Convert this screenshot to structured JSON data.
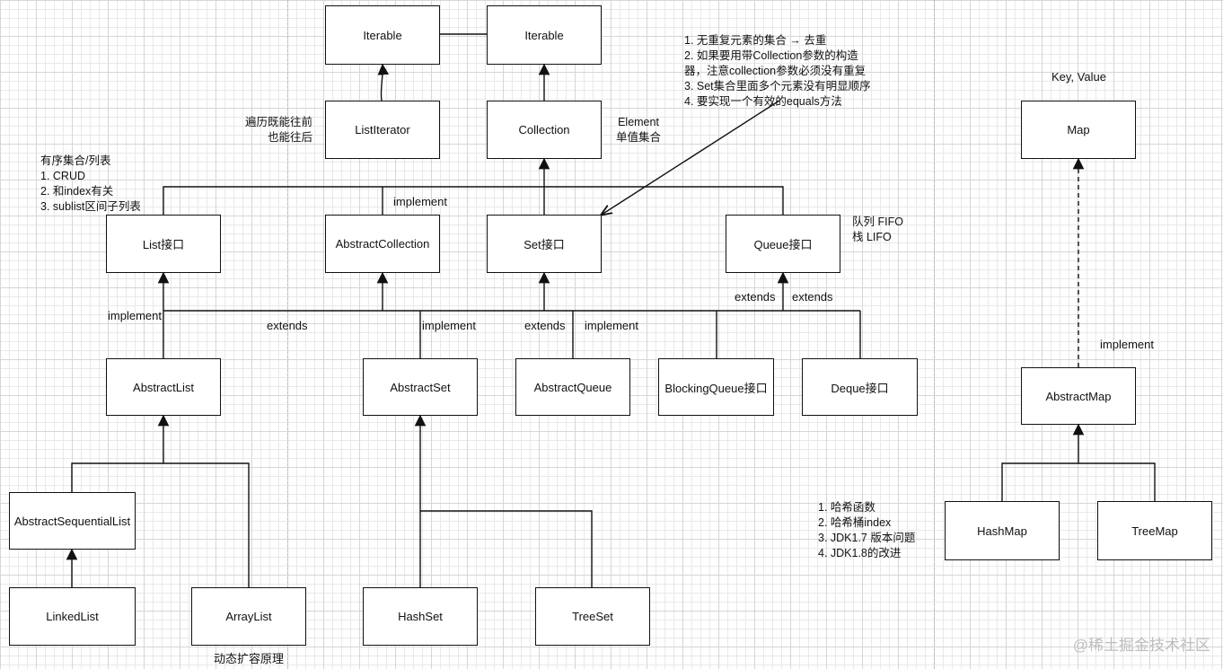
{
  "nodes": {
    "iterable_left": "Iterable",
    "iterable_right": "Iterable",
    "list_iterator": "ListIterator",
    "collection": "Collection",
    "list": "List接口",
    "abstract_collection": "AbstractCollection",
    "set": "Set接口",
    "queue": "Queue接口",
    "abstract_list": "AbstractList",
    "abstract_set": "AbstractSet",
    "abstract_queue": "AbstractQueue",
    "blocking_queue": "BlockingQueue接口",
    "deque": "Deque接口",
    "abstract_sequential_list": "AbstractSequentialList",
    "linked_list": "LinkedList",
    "array_list": "ArrayList",
    "hash_set": "HashSet",
    "tree_set": "TreeSet",
    "map": "Map",
    "abstract_map": "AbstractMap",
    "hash_map": "HashMap",
    "tree_map": "TreeMap"
  },
  "edge_labels": {
    "implement_top": "implement",
    "implement_list": "implement",
    "extends_list": "extends",
    "implement_set": "implement",
    "extends_queue": "extends",
    "implement_queue": "implement",
    "extends_blocking": "extends",
    "extends_deque": "extends",
    "implement_map": "implement"
  },
  "notes": {
    "iterator": [
      "遍历既能往前",
      "也能往后"
    ],
    "element": [
      "Element",
      "单值集合"
    ],
    "set_rules": [
      "1. 无重复元素的集合 → 去重",
      "2. 如果要用带Collection参数的构造",
      "器，注意collection参数必须没有重复",
      "3. Set集合里面多个元素没有明显顺序",
      "4. 要实现一个有效的equals方法"
    ],
    "list_notes": [
      "有序集合/列表",
      "1. CRUD",
      "2. 和index有关",
      "3. sublist区间子列表"
    ],
    "queue_notes": [
      "队列 FIFO",
      "栈 LIFO"
    ],
    "key_value": "Key, Value",
    "hash_notes": [
      "1. 哈希函数",
      "2. 哈希桶index",
      "3. JDK1.7 版本问题",
      "4. JDK1.8的改进"
    ],
    "arraylist_note": "动态扩容原理"
  },
  "watermark": "@稀土掘金技术社区"
}
